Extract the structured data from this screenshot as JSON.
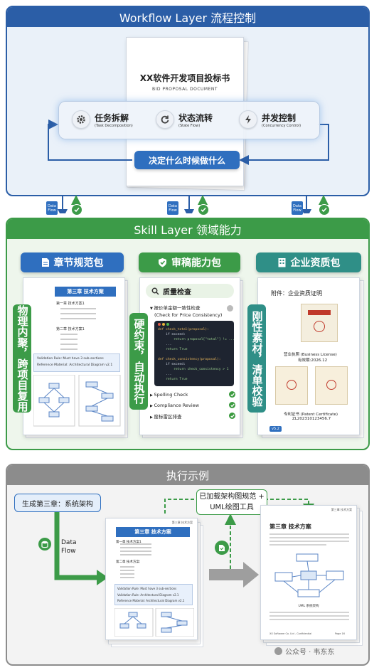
{
  "workflow": {
    "title": "Workflow Layer 流程控制",
    "doc_title": "XX软件开发项目投标书",
    "doc_subtitle": "BID PROPOSAL DOCUMENT",
    "controls": [
      {
        "label": "任务拆解",
        "sub": "(Task Decomposition)",
        "icon": "gear-icon"
      },
      {
        "label": "状态流转",
        "sub": "(State Flow)",
        "icon": "refresh-icon"
      },
      {
        "label": "并发控制",
        "sub": "(Concurrency Control)",
        "icon": "lightning-icon"
      }
    ],
    "decide_label": "决定什么时候做什么"
  },
  "connectors": {
    "data_flow_badge": "Data Flow"
  },
  "skill": {
    "title": "Skill Layer 领域能力",
    "packs": [
      {
        "label": "章节规范包",
        "icon": "document-icon",
        "color": "#2f6fbf"
      },
      {
        "label": "审稿能力包",
        "icon": "shield-check-icon",
        "color": "#3c9b48"
      },
      {
        "label": "企业资质包",
        "icon": "building-icon",
        "color": "#2f8f87"
      }
    ],
    "pack1": {
      "side_text": "物理内聚，跨项目复用",
      "doc_title": "第三章 技术方案",
      "sec1": "第一章 技术方案1",
      "sec2": "第二章 技术方案1",
      "check1": "Validation Rule: Must have 3 sub-sections",
      "check2": "Reference Material: Architectural Diagram v2.1"
    },
    "pack2": {
      "side_text": "硬约束，自动执行",
      "search_label": "质量检查",
      "item_title": "报价单金额一致性检查",
      "item_sub": "(Check for Price Consistency)",
      "code": [
        "def check_total(proposal):",
        "    if exceed:",
        "        return proposal[\"total\"] != ...",
        "    ...",
        "    return True",
        "",
        "def check_consistency(proposal):",
        "    if exceed:",
        "        return check_consistency > 1",
        "    ...",
        "    return True"
      ],
      "checks": [
        "Spelling Check",
        "Compliance Review",
        "废标雷区排查"
      ]
    },
    "pack3": {
      "side_text": "刚性素材，清单校验",
      "title": "附件：企业资质证明",
      "license_label": "营业执照 (Business License)",
      "license_valid": "有效期:2026.12",
      "patent_label": "专利证书 (Patent Certificate)",
      "patent_no": "ZL202310123456.7",
      "version": "v5.2"
    }
  },
  "example": {
    "title": "执行示例",
    "prompt": "生成第三章：系统架构",
    "dataflow_label": "Data Flow",
    "loaded_label": "已加载架构图规范 + UML绘图工具",
    "mid_doc": {
      "header": "第三章 技术方案",
      "title": "第三章 技术方案",
      "sec1": "第一章 技术方案1",
      "sec2": "第二章 技术方案:",
      "check1": "Validation Rule: Must have 3 sub-sections",
      "check2": "Validation Rule: Architectural Diagram v2.1",
      "check3": "Reference Material: Architectural Diagram v2.1"
    },
    "final_doc": {
      "header": "第三章 技术方案",
      "title": "第三章 技术方案",
      "caption": "UML 系统架构",
      "footer_left": "XX Software Co. Ltd - Confidential",
      "footer_right": "Page 16"
    },
    "watermark": "公众号 · 韦东东"
  },
  "colors": {
    "workflow_blue": "#2b5ea7",
    "skill_green": "#3c9b48",
    "example_gray": "#8c8c8c"
  }
}
